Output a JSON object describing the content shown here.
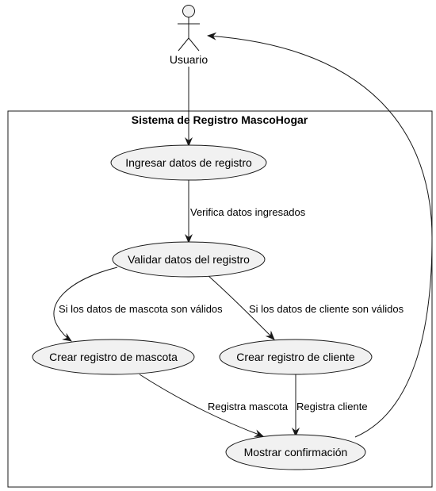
{
  "colors": {
    "background": "#ffffff",
    "usecase_fill": "#f1f1f1",
    "stroke": "#181818",
    "text": "#000000"
  },
  "actor": {
    "label": "Usuario",
    "icon": "stick-figure-icon"
  },
  "system": {
    "title": "Sistema de Registro MascoHogar"
  },
  "usecases": {
    "ingresar": "Ingresar datos de registro",
    "validar": "Validar datos del registro",
    "mascota": "Crear registro de mascota",
    "cliente": "Crear registro de cliente",
    "confirmacion": "Mostrar confirmación"
  },
  "edges": {
    "verifica": "Verifica datos ingresados",
    "si_mascota": "Si los datos de mascota son válidos",
    "si_cliente": "Si los datos de cliente son válidos",
    "registra_mascota": "Registra mascota",
    "registra_cliente": "Registra cliente"
  }
}
